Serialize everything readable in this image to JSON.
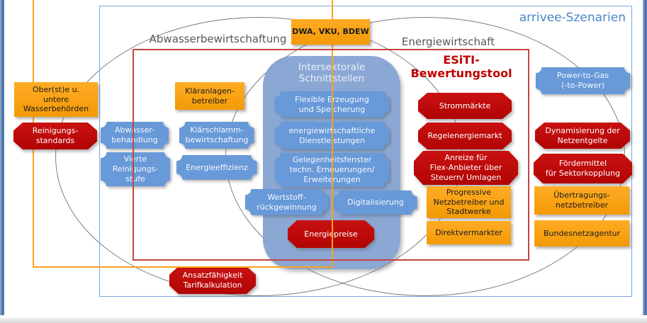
{
  "frame": {
    "scenarios_label": "arrivee-Szenarien",
    "tool_label": "ESiTI-Bewertungstool",
    "sector_left": "Abwasserbewirtschaftung",
    "sector_right": "Energiewirtschaft",
    "associations": "DWA, VKU, BDEW",
    "center_title": "Intersektorale\nSchnittstellen"
  },
  "colors": {
    "orange_node": "#F9A11B",
    "blue_node": "#6899D8",
    "red_node": "#BE0E0E",
    "center_container": "#8BA8D5",
    "frame_blue": "#79A7DB",
    "frame_orange": "#FCA318",
    "frame_red": "#C24540",
    "ellipse_gray": "#6F6F6F",
    "scenarios_text": "#4A86C8",
    "tool_text": "#C00000"
  },
  "sewage_sector": {
    "authorities": "Ober(st)e u.\nuntere\nWasserbehörden",
    "cleaning_standards": "Reinigungs-\nstandards",
    "plant_operators": "Kläranlagen-\nbetreiber",
    "treatment": "Abwasser-\nbehandlung",
    "sludge_management": "Klärschlamm-\nbewirtschaftung",
    "fourth_stage": "Vierte\nReinigungs-\nstufe",
    "energy_efficiency": "Energieeffizienz",
    "tariff_calculation": "Ansatzfähigkeit\nTarifkalkulation"
  },
  "interfaces": {
    "flexible_generation": "Flexible Erzeugung\nund Speicherung",
    "energy_services": "energiewirtschaftliche\nDienstleistungen",
    "opportunity_windows": "Gelegenheitsfenster\ntechn. Erneuerungen/\nErweiterungen",
    "material_recovery": "Wertstoff-\nrückgewinnung",
    "digitalisation": "Digitalisierung",
    "energy_prices": "Energiepreise"
  },
  "energy_sector": {
    "electricity_markets": "Strommärkte",
    "balancing_market": "Regelenergiemarkt",
    "flex_incentives": "Anreize für\nFlex-Anbieter über\nSteuern/ Umlagen",
    "progressive_operators": "Progressive\nNetzbetreiber und\nStadtwerke",
    "direct_marketers": "Direktvermarkter",
    "power_to_gas": "Power-to-Gas\n(-to-Power)",
    "grid_fee_dynamics": "Dynamisierung der\nNetzentgelte",
    "sector_coupling_funding": "Fördermittel\nfür Sektorkopplung",
    "transmission_operators": "Übertragungs-\nnetzbetreiber",
    "federal_network_agency": "Bundesnetzagentur"
  }
}
